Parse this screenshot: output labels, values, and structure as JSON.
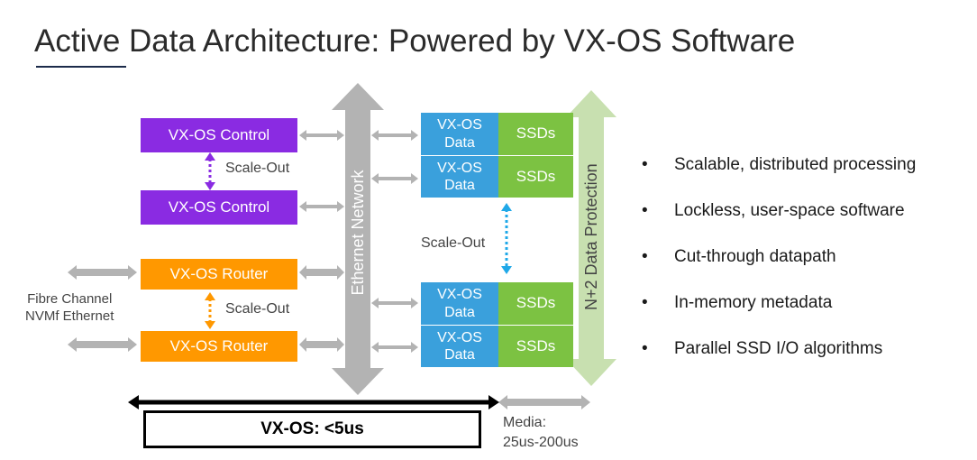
{
  "title": "Active Data Architecture: Powered by VX-OS Software",
  "control_nodes": [
    "VX-OS Control",
    "VX-OS Control"
  ],
  "router_nodes": [
    "VX-OS Router",
    "VX-OS Router"
  ],
  "data_nodes": [
    {
      "label_line1": "VX-OS",
      "label_line2": "Data",
      "ssd": "SSDs"
    },
    {
      "label_line1": "VX-OS",
      "label_line2": "Data",
      "ssd": "SSDs"
    },
    {
      "label_line1": "VX-OS",
      "label_line2": "Data",
      "ssd": "SSDs"
    },
    {
      "label_line1": "VX-OS",
      "label_line2": "Data",
      "ssd": "SSDs"
    }
  ],
  "scale_out_label": "Scale-Out",
  "ethernet_network_label": "Ethernet Network",
  "data_protection_label": "N+2 Data Protection",
  "fabric_label_line1": "Fibre Channel",
  "fabric_label_line2": "NVMf Ethernet",
  "latency_label": "VX-OS: <5us",
  "media_label_line1": "Media:",
  "media_label_line2": "25us-200us",
  "bullets": [
    "Scalable, distributed processing",
    "Lockless, user-space software",
    "Cut-through datapath",
    "In-memory metadata",
    "Parallel SSD I/O algorithms"
  ],
  "colors": {
    "control": "#8a2be2",
    "router": "#ff9800",
    "data": "#3aa0dc",
    "ssd": "#7cc242",
    "connector": "#b3b3b3",
    "data_protection": "#c8e0b0"
  }
}
